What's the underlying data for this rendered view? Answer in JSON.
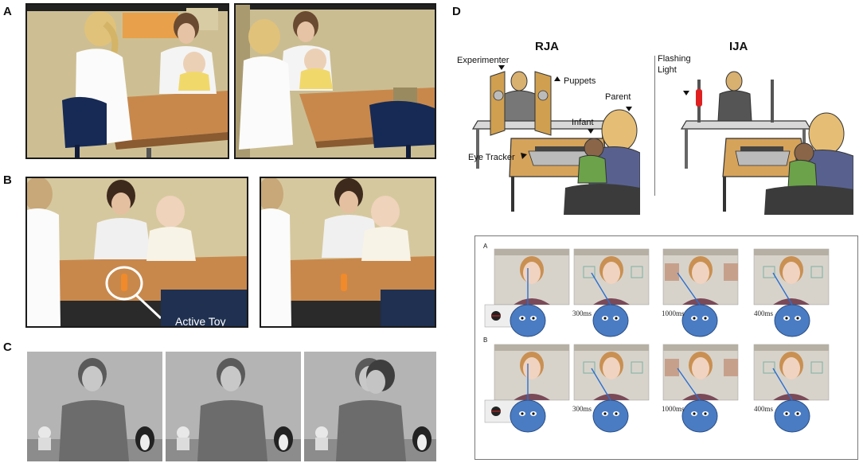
{
  "panels": {
    "A": {
      "letter": "A"
    },
    "B": {
      "letter": "B",
      "annotation": "Active Toy"
    },
    "C": {
      "letter": "C"
    },
    "D": {
      "letter": "D",
      "rja": {
        "title": "RJA",
        "labels": {
          "experimenter": "Experimenter",
          "puppets": "Puppets",
          "parent": "Parent",
          "infant": "Infant",
          "eye_tracker": "Eye Tracker"
        }
      },
      "ija": {
        "title": "IJA",
        "labels": {
          "flashing_light_1": "Flashing",
          "flashing_light_2": "Light"
        }
      },
      "inset": {
        "row_a": {
          "letter": "A",
          "times": [
            "300ms",
            "1000ms",
            "400ms"
          ]
        },
        "row_b": {
          "letter": "B",
          "times": [
            "300ms",
            "1000ms",
            "400ms"
          ]
        }
      }
    }
  },
  "colors": {
    "wall": "#c9b98e",
    "table": "#c7874d",
    "sky_blue_face": "#4a7cc4",
    "ija_light": "#e02020"
  }
}
